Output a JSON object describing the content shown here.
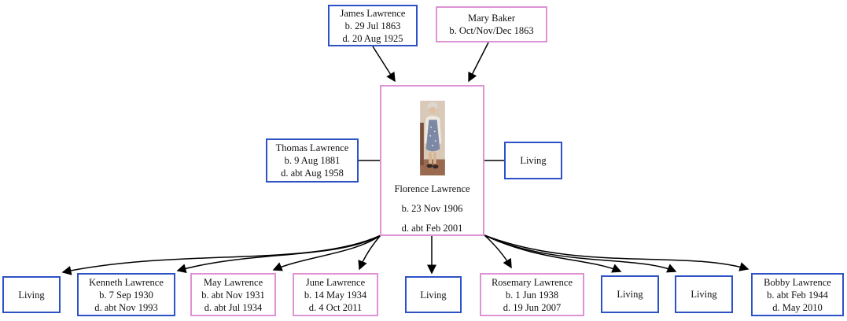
{
  "title": "Family tree of Florence Lawrence",
  "colors": {
    "male_border": "#2d52c6",
    "female_border": "#df93d5",
    "connector": "#000000",
    "background": "#ffffff"
  },
  "tree": {
    "parents": [
      {
        "name": "James Lawrence",
        "birth": "b. 29 Jul 1863",
        "death": "d. 20 Aug 1925",
        "gender": "male"
      },
      {
        "name": "Mary Baker",
        "birth": "b. Oct/Nov/Dec 1863",
        "gender": "female"
      }
    ],
    "focus": {
      "name": "Florence Lawrence",
      "birth": "b. 23 Nov 1906",
      "death": "d. abt Feb 2001",
      "gender": "female",
      "photo": "portrait-elderly-woman-seated"
    },
    "spouses": [
      {
        "name": "Thomas Lawrence",
        "birth": "b. 9 Aug 1881",
        "death": "d. abt Aug 1958",
        "gender": "male"
      },
      {
        "name": "Living",
        "gender": "male"
      }
    ],
    "children": [
      {
        "name": "Living",
        "gender": "male"
      },
      {
        "name": "Kenneth Lawrence",
        "birth": "b. 7 Sep 1930",
        "death": "d. abt Nov 1993",
        "gender": "male"
      },
      {
        "name": "May Lawrence",
        "birth": "b. abt Nov 1931",
        "death": "d. abt Jul 1934",
        "gender": "female"
      },
      {
        "name": "June Lawrence",
        "birth": "b. 14 May 1934",
        "death": "d. 4 Oct 2011",
        "gender": "female"
      },
      {
        "name": "Living",
        "gender": "male"
      },
      {
        "name": "Rosemary Lawrence",
        "birth": "b. 1 Jun 1938",
        "death": "d. 19 Jun 2007",
        "gender": "female"
      },
      {
        "name": "Living",
        "gender": "male"
      },
      {
        "name": "Living",
        "gender": "male"
      },
      {
        "name": "Bobby Lawrence",
        "birth": "b. abt Feb 1944",
        "death": "d. May 2010",
        "gender": "male"
      }
    ]
  }
}
